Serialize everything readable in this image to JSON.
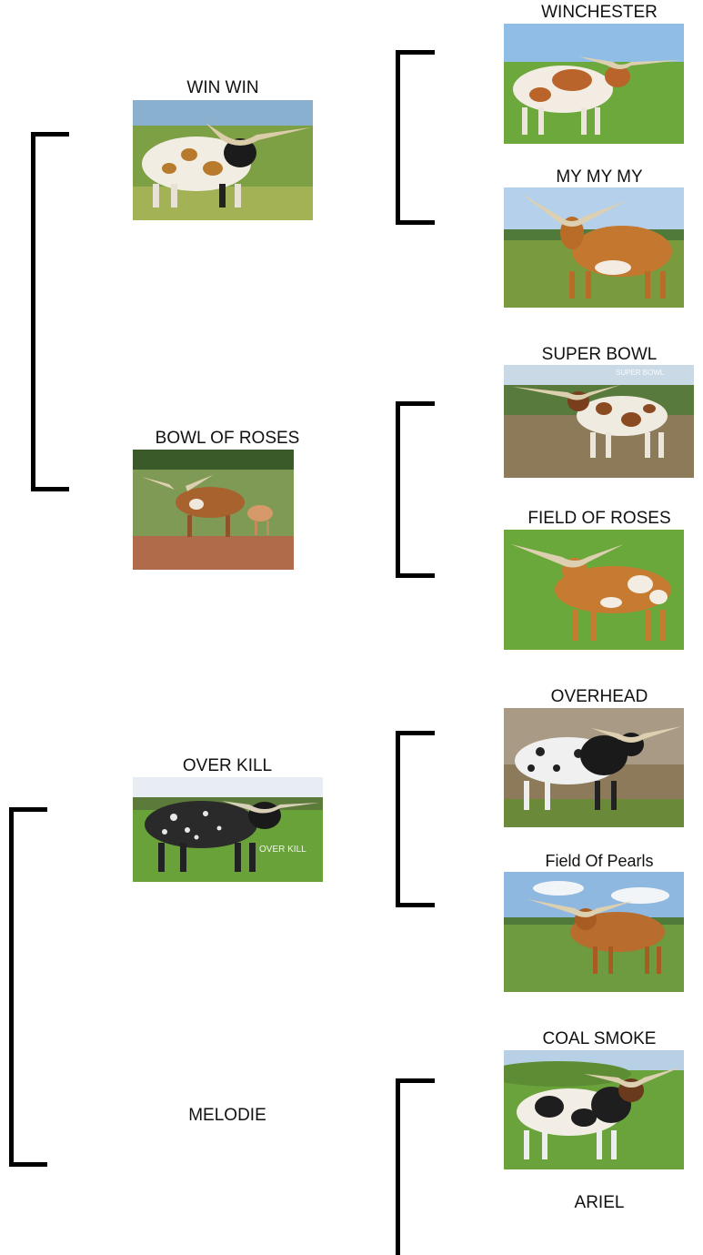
{
  "pedigree": {
    "parents": {
      "sire": "WIN WIN",
      "dam": "BOWL OF ROSES",
      "sire2": "OVER KILL",
      "dam2": "MELODIE"
    },
    "grandparents": {
      "gp1": "WINCHESTER",
      "gp2": "MY MY MY",
      "gp3": "SUPER BOWL",
      "gp4": "FIELD OF ROSES",
      "gp5": "OVERHEAD",
      "gp6": "Field Of Pearls",
      "gp7": "COAL SMOKE",
      "gp8": "ARIEL"
    },
    "watermarks": {
      "super_bowl": "SUPER BOWL",
      "over_kill": "OVER KILL"
    }
  }
}
